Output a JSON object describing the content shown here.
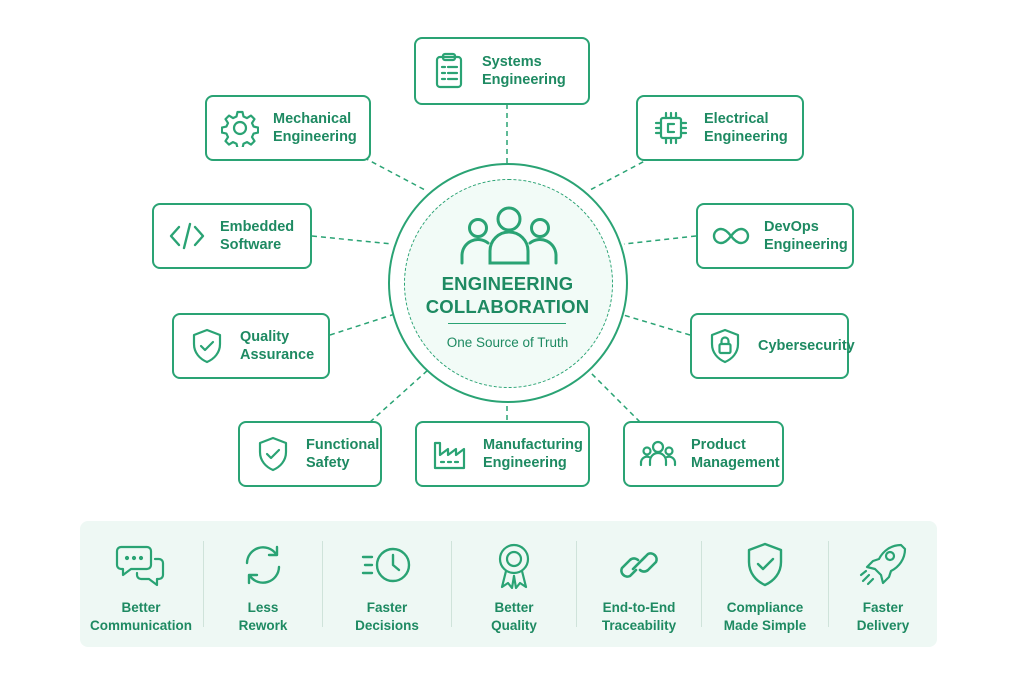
{
  "hub": {
    "title": "ENGINEERING\nCOLLABORATION",
    "subtitle": "One Source of Truth",
    "icon": "team-icon"
  },
  "disciplines": [
    {
      "label": "Systems\nEngineering",
      "icon": "clipboard-icon"
    },
    {
      "label": "Mechanical\nEngineering",
      "icon": "gear-icon"
    },
    {
      "label": "Electrical\nEngineering",
      "icon": "chip-icon"
    },
    {
      "label": "Embedded\nSoftware",
      "icon": "code-icon"
    },
    {
      "label": "DevOps\nEngineering",
      "icon": "infinity-icon"
    },
    {
      "label": "Quality\nAssurance",
      "icon": "shield-check-icon"
    },
    {
      "label": "Cybersecurity",
      "icon": "shield-lock-icon"
    },
    {
      "label": "Functional\nSafety",
      "icon": "shield-check-icon"
    },
    {
      "label": "Manufacturing\nEngineering",
      "icon": "factory-icon"
    },
    {
      "label": "Product\nManagement",
      "icon": "people-icon"
    }
  ],
  "benefits": [
    {
      "label": "Better\nCommunication",
      "icon": "chat-bubbles-icon"
    },
    {
      "label": "Less\nRework",
      "icon": "refresh-icon"
    },
    {
      "label": "Faster\nDecisions",
      "icon": "fast-clock-icon"
    },
    {
      "label": "Better\nQuality",
      "icon": "award-ribbon-icon"
    },
    {
      "label": "End-to-End\nTraceability",
      "icon": "link-chain-icon"
    },
    {
      "label": "Compliance\nMade Simple",
      "icon": "shield-check-icon"
    },
    {
      "label": "Faster\nDelivery",
      "icon": "rocket-icon"
    }
  ],
  "colors": {
    "accent": "#2aa374",
    "text": "#1e8a62",
    "benefits_background": "#eef8f4"
  }
}
